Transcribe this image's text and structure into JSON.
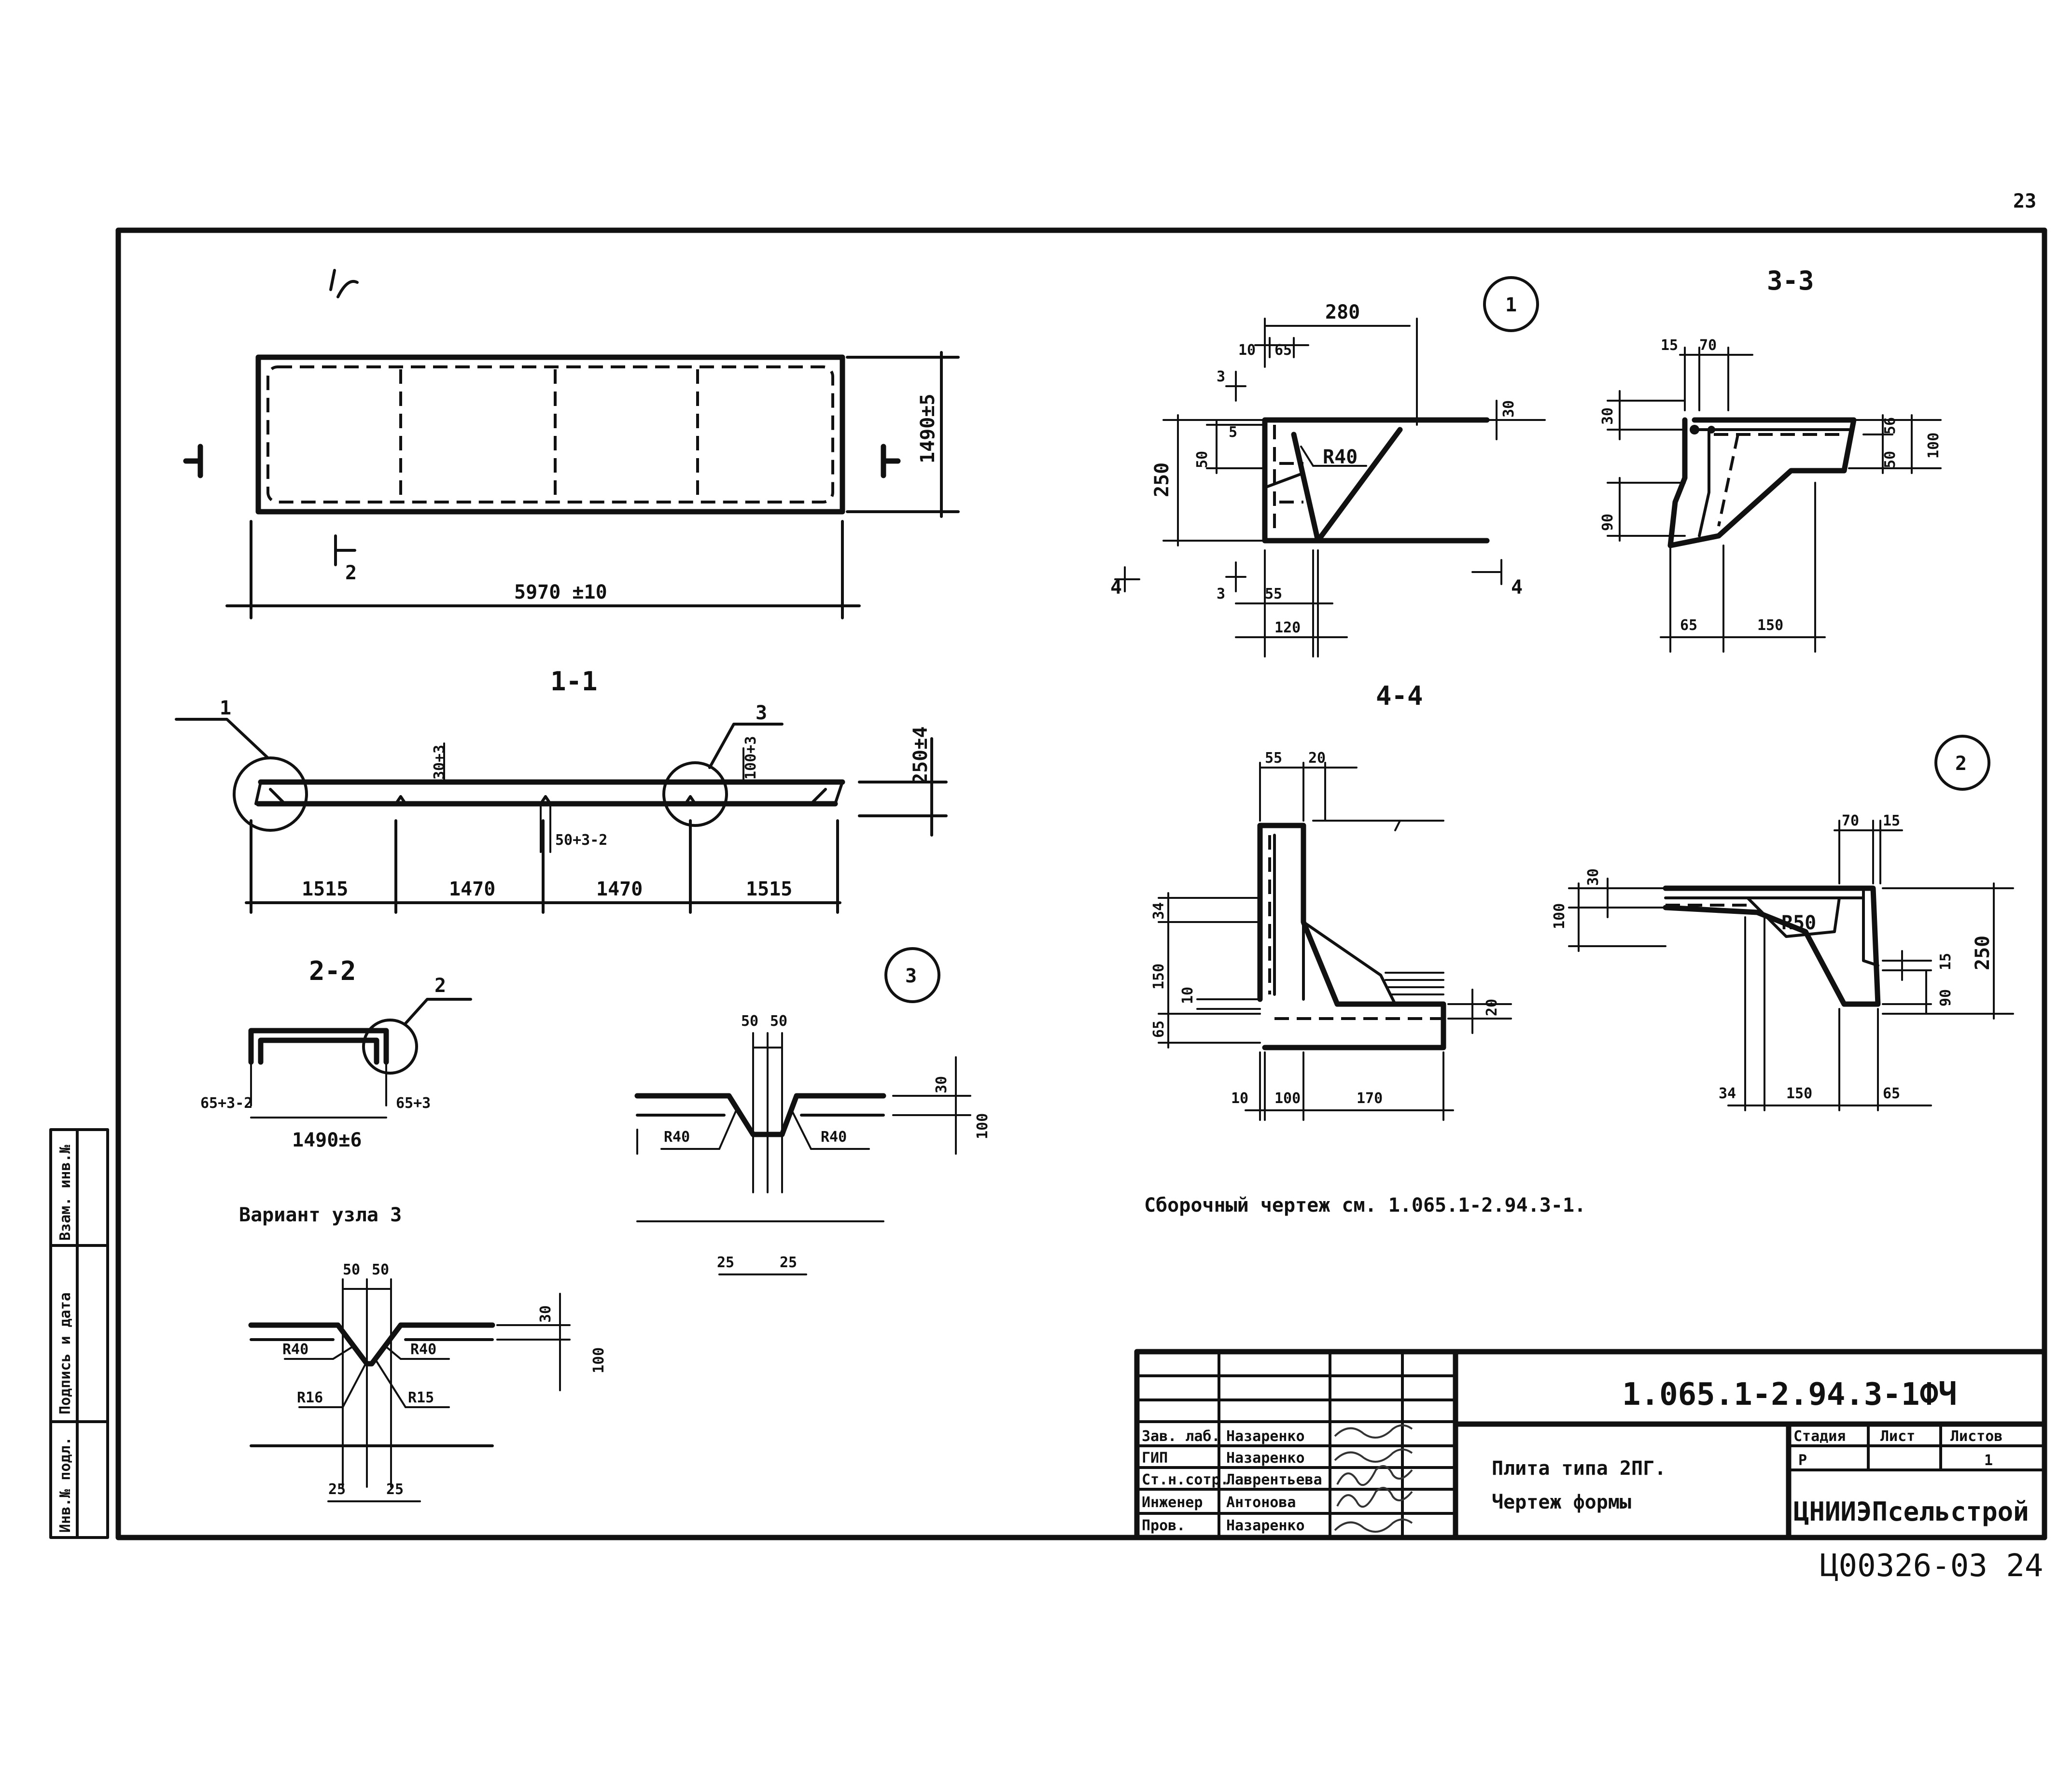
{
  "page_number": "23",
  "views": {
    "plan": {
      "ref_mark_2": "2",
      "width_dim": "1490±5",
      "length_dim": "5970 ±10"
    },
    "section_1_1": {
      "title": "1-1",
      "callout_1": "1",
      "callout_3": "3",
      "dim_30": "30+3",
      "dim_100": "100+3",
      "dim_250": "250±4",
      "dim_50": "50+3-2",
      "spans": [
        "1515",
        "1470",
        "1470",
        "1515"
      ]
    },
    "section_2_2": {
      "title": "2-2",
      "callout_2": "2",
      "dim_65_left": "65+3-2",
      "dim_65_right": "65+3",
      "width_dim": "1490±6"
    },
    "node_3": {
      "number": "3",
      "dims_top": [
        "50",
        "50"
      ],
      "r_left": "R40",
      "r_right": "R40",
      "dim_30": "30",
      "dim_100": "100",
      "dims_bottom": [
        "25",
        "25"
      ]
    },
    "variant_3": {
      "title": "Вариант узла 3",
      "dims_top": [
        "50",
        "50"
      ],
      "r40_left": "R40",
      "r40_right": "R40",
      "r16": "R16",
      "r15": "R15",
      "dim_30": "30",
      "dim_100": "100",
      "dims_bottom": [
        "25",
        "25"
      ]
    },
    "node_1": {
      "number": "1",
      "dim_280": "280",
      "dim_10": "10",
      "dim_65": "65",
      "dim_30": "30",
      "dim_250": "250",
      "dim_50": "50",
      "dim_5": "5",
      "radius": "R40",
      "dim_55": "55",
      "dim_120": "120",
      "cut_3": "3",
      "cut_4": "4"
    },
    "section_3_3": {
      "title": "3-3",
      "dim_15": "15",
      "dim_70": "70",
      "dim_30": "30",
      "dim_56": "56",
      "dim_50": "50",
      "dim_100": "100",
      "dim_90": "90",
      "dim_65": "65",
      "dim_150": "150"
    },
    "section_4_4": {
      "title": "4-4",
      "dim_55": "55",
      "dim_20_top": "20",
      "dim_34": "34",
      "dim_150": "150",
      "dim_10_mid": "10",
      "dim_65": "65",
      "dim_20_right": "20",
      "dim_10_bottom": "10",
      "dim_100": "100",
      "dim_170": "170"
    },
    "node_2": {
      "number": "2",
      "dim_70": "70",
      "dim_15_top": "15",
      "dim_30": "30",
      "dim_100": "100",
      "radius": "R50",
      "dim_15_right": "15",
      "dim_90": "90",
      "dim_250": "250",
      "dim_34": "34",
      "dim_150": "150",
      "dim_65": "65"
    }
  },
  "note": "Сборочный чертеж см. 1.065.1-2.94.3-1.",
  "side_stamp": {
    "cells": [
      "Инв.№ подл.",
      "Подпись и дата",
      "Взам. инв.№"
    ]
  },
  "title_block": {
    "designation": "1.065.1-2.94.3-1ФЧ",
    "title_line1": "Плита типа 2ПГ.",
    "title_line2": "Чертеж формы",
    "stage_header": "Стадия",
    "sheet_header": "Лист",
    "sheets_header": "Листов",
    "stage_value": "Р",
    "sheets_value": "1",
    "organization": "ЦНИИЭПсельстрой",
    "staff": [
      {
        "role": "Зав. лаб.",
        "name": "Назаренко"
      },
      {
        "role": "ГИП",
        "name": "Назаренко"
      },
      {
        "role": "Ст.н.сотр.",
        "name": "Лаврентьева"
      },
      {
        "role": "Инженер",
        "name": "Антонова"
      },
      {
        "role": "Пров.",
        "name": "Назаренко"
      }
    ]
  },
  "footer_code": "Ц00326-03  24"
}
